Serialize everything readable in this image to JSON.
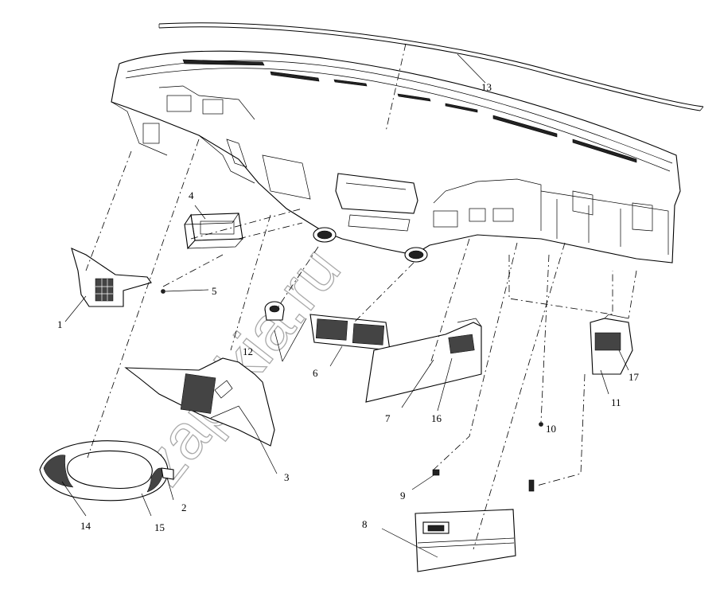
{
  "watermark": "zap-kia.ru",
  "callouts": [
    "1",
    "2",
    "3",
    "4",
    "5",
    "6",
    "7",
    "8",
    "9",
    "10",
    "11",
    "12",
    "13",
    "14",
    "15",
    "16",
    "17"
  ]
}
